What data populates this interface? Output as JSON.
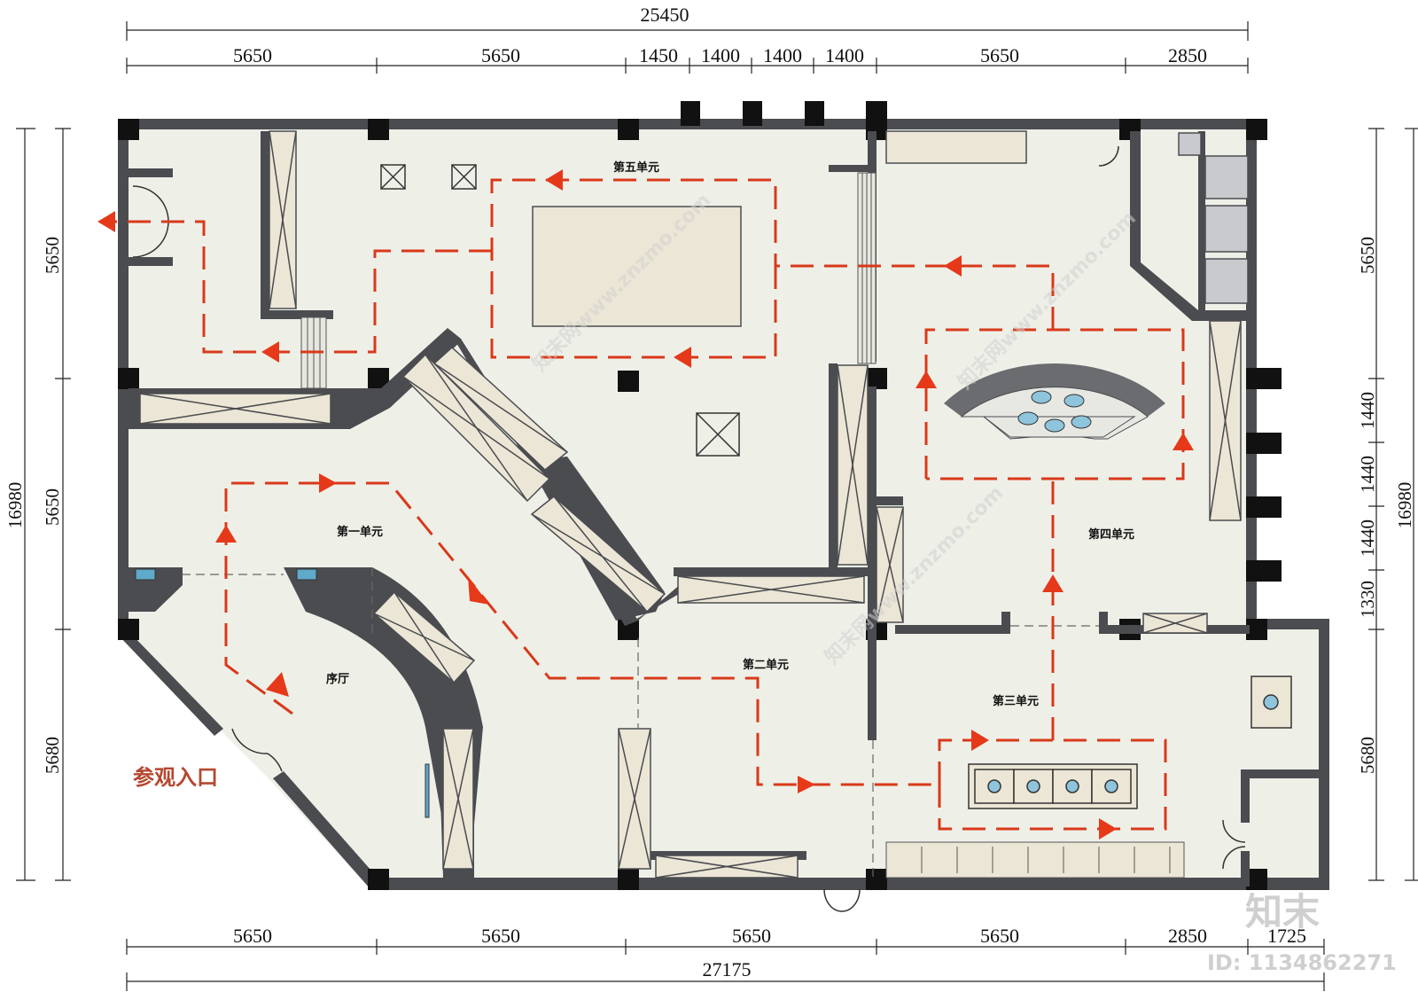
{
  "dimensions": {
    "top_total": "25450",
    "top_segments": [
      "5650",
      "5650",
      "1450",
      "1400",
      "1400",
      "1400",
      "5650",
      "2850"
    ],
    "bottom_segments": [
      "5650",
      "5650",
      "5650",
      "5650",
      "2850",
      "1725"
    ],
    "bottom_total": "27175",
    "left_total": "16980",
    "left_segments": [
      "5650",
      "5650",
      "5680"
    ],
    "right_total": "16980",
    "right_segments": [
      "5650",
      "1440",
      "1440",
      "1440",
      "1330",
      "5680"
    ]
  },
  "rooms": {
    "unit1": "第一单元",
    "unit2": "第二单元",
    "unit3": "第三单元",
    "unit4": "第四单元",
    "unit5": "第五单元",
    "lobby": "序厅"
  },
  "entrance_label": "参观入口",
  "watermark": {
    "brand": "知末",
    "id_text": "ID: 1134862271",
    "site": "知末网www.znzmo.com"
  },
  "colors": {
    "wall": "#4a4c50",
    "floor": "#eef0e8",
    "cabinet": "#ece6d6",
    "route": "#d9391a",
    "entrance_text": "#b5472f"
  }
}
